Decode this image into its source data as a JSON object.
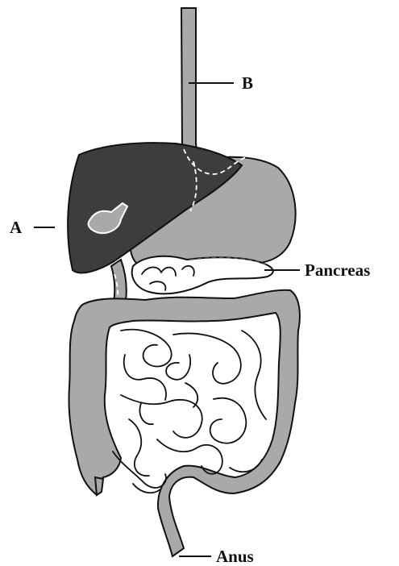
{
  "labels": {
    "a": "A",
    "b": "B",
    "pancreas": "Pancreas",
    "anus": "Anus"
  },
  "colors": {
    "liver": "#3d3d3d",
    "organ_gray": "#a9a9a9",
    "outline": "#111111",
    "background": "#ffffff"
  }
}
